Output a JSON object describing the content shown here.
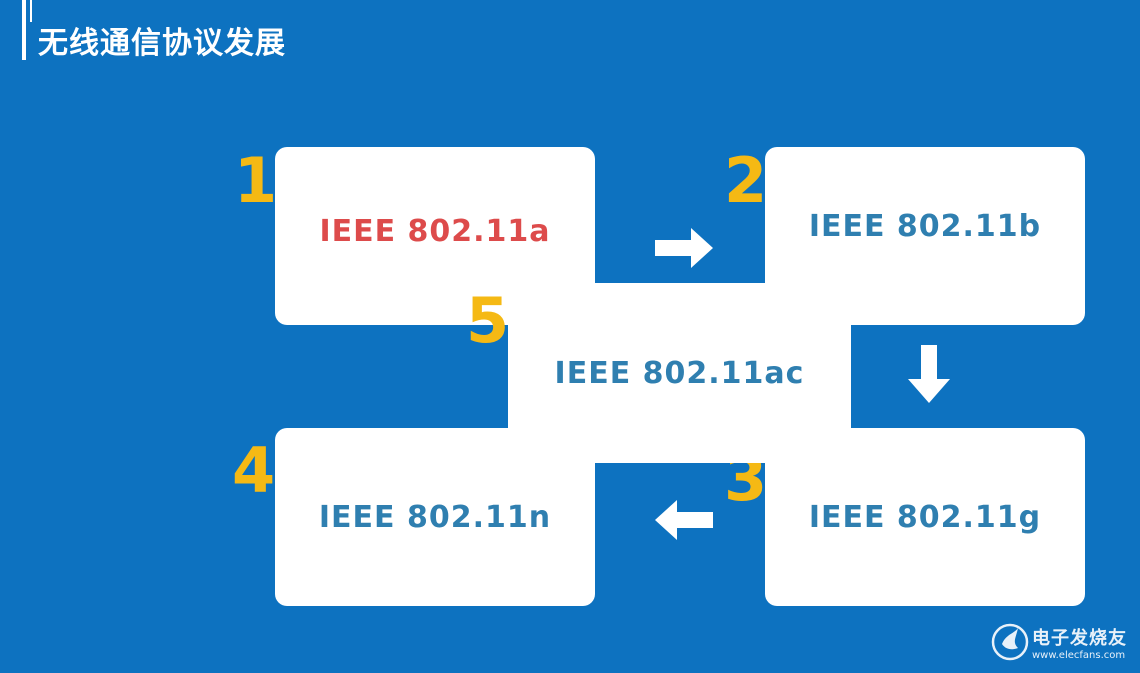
{
  "header": {
    "title": "无线通信协议发展"
  },
  "diagram": {
    "steps": [
      {
        "number": "1",
        "label": "IEEE 802.11a",
        "color": "#dd4b4b"
      },
      {
        "number": "2",
        "label": "IEEE 802.11b",
        "color": "#2f7fb0"
      },
      {
        "number": "3",
        "label": "IEEE 802.11g",
        "color": "#2f7fb0"
      },
      {
        "number": "4",
        "label": "IEEE 802.11n",
        "color": "#2f7fb0"
      },
      {
        "number": "5",
        "label": "IEEE 802.11ac",
        "color": "#2f7fb0"
      }
    ],
    "arrows": [
      "right-arrow",
      "down-arrow",
      "left-arrow"
    ]
  },
  "watermark": {
    "text": "电子发烧友",
    "url": "www.elecfans.com"
  },
  "colors": {
    "background": "#0d72c0",
    "number": "#f5b914",
    "highlight": "#dd4b4b",
    "label": "#2f7fb0",
    "box": "#ffffff"
  }
}
